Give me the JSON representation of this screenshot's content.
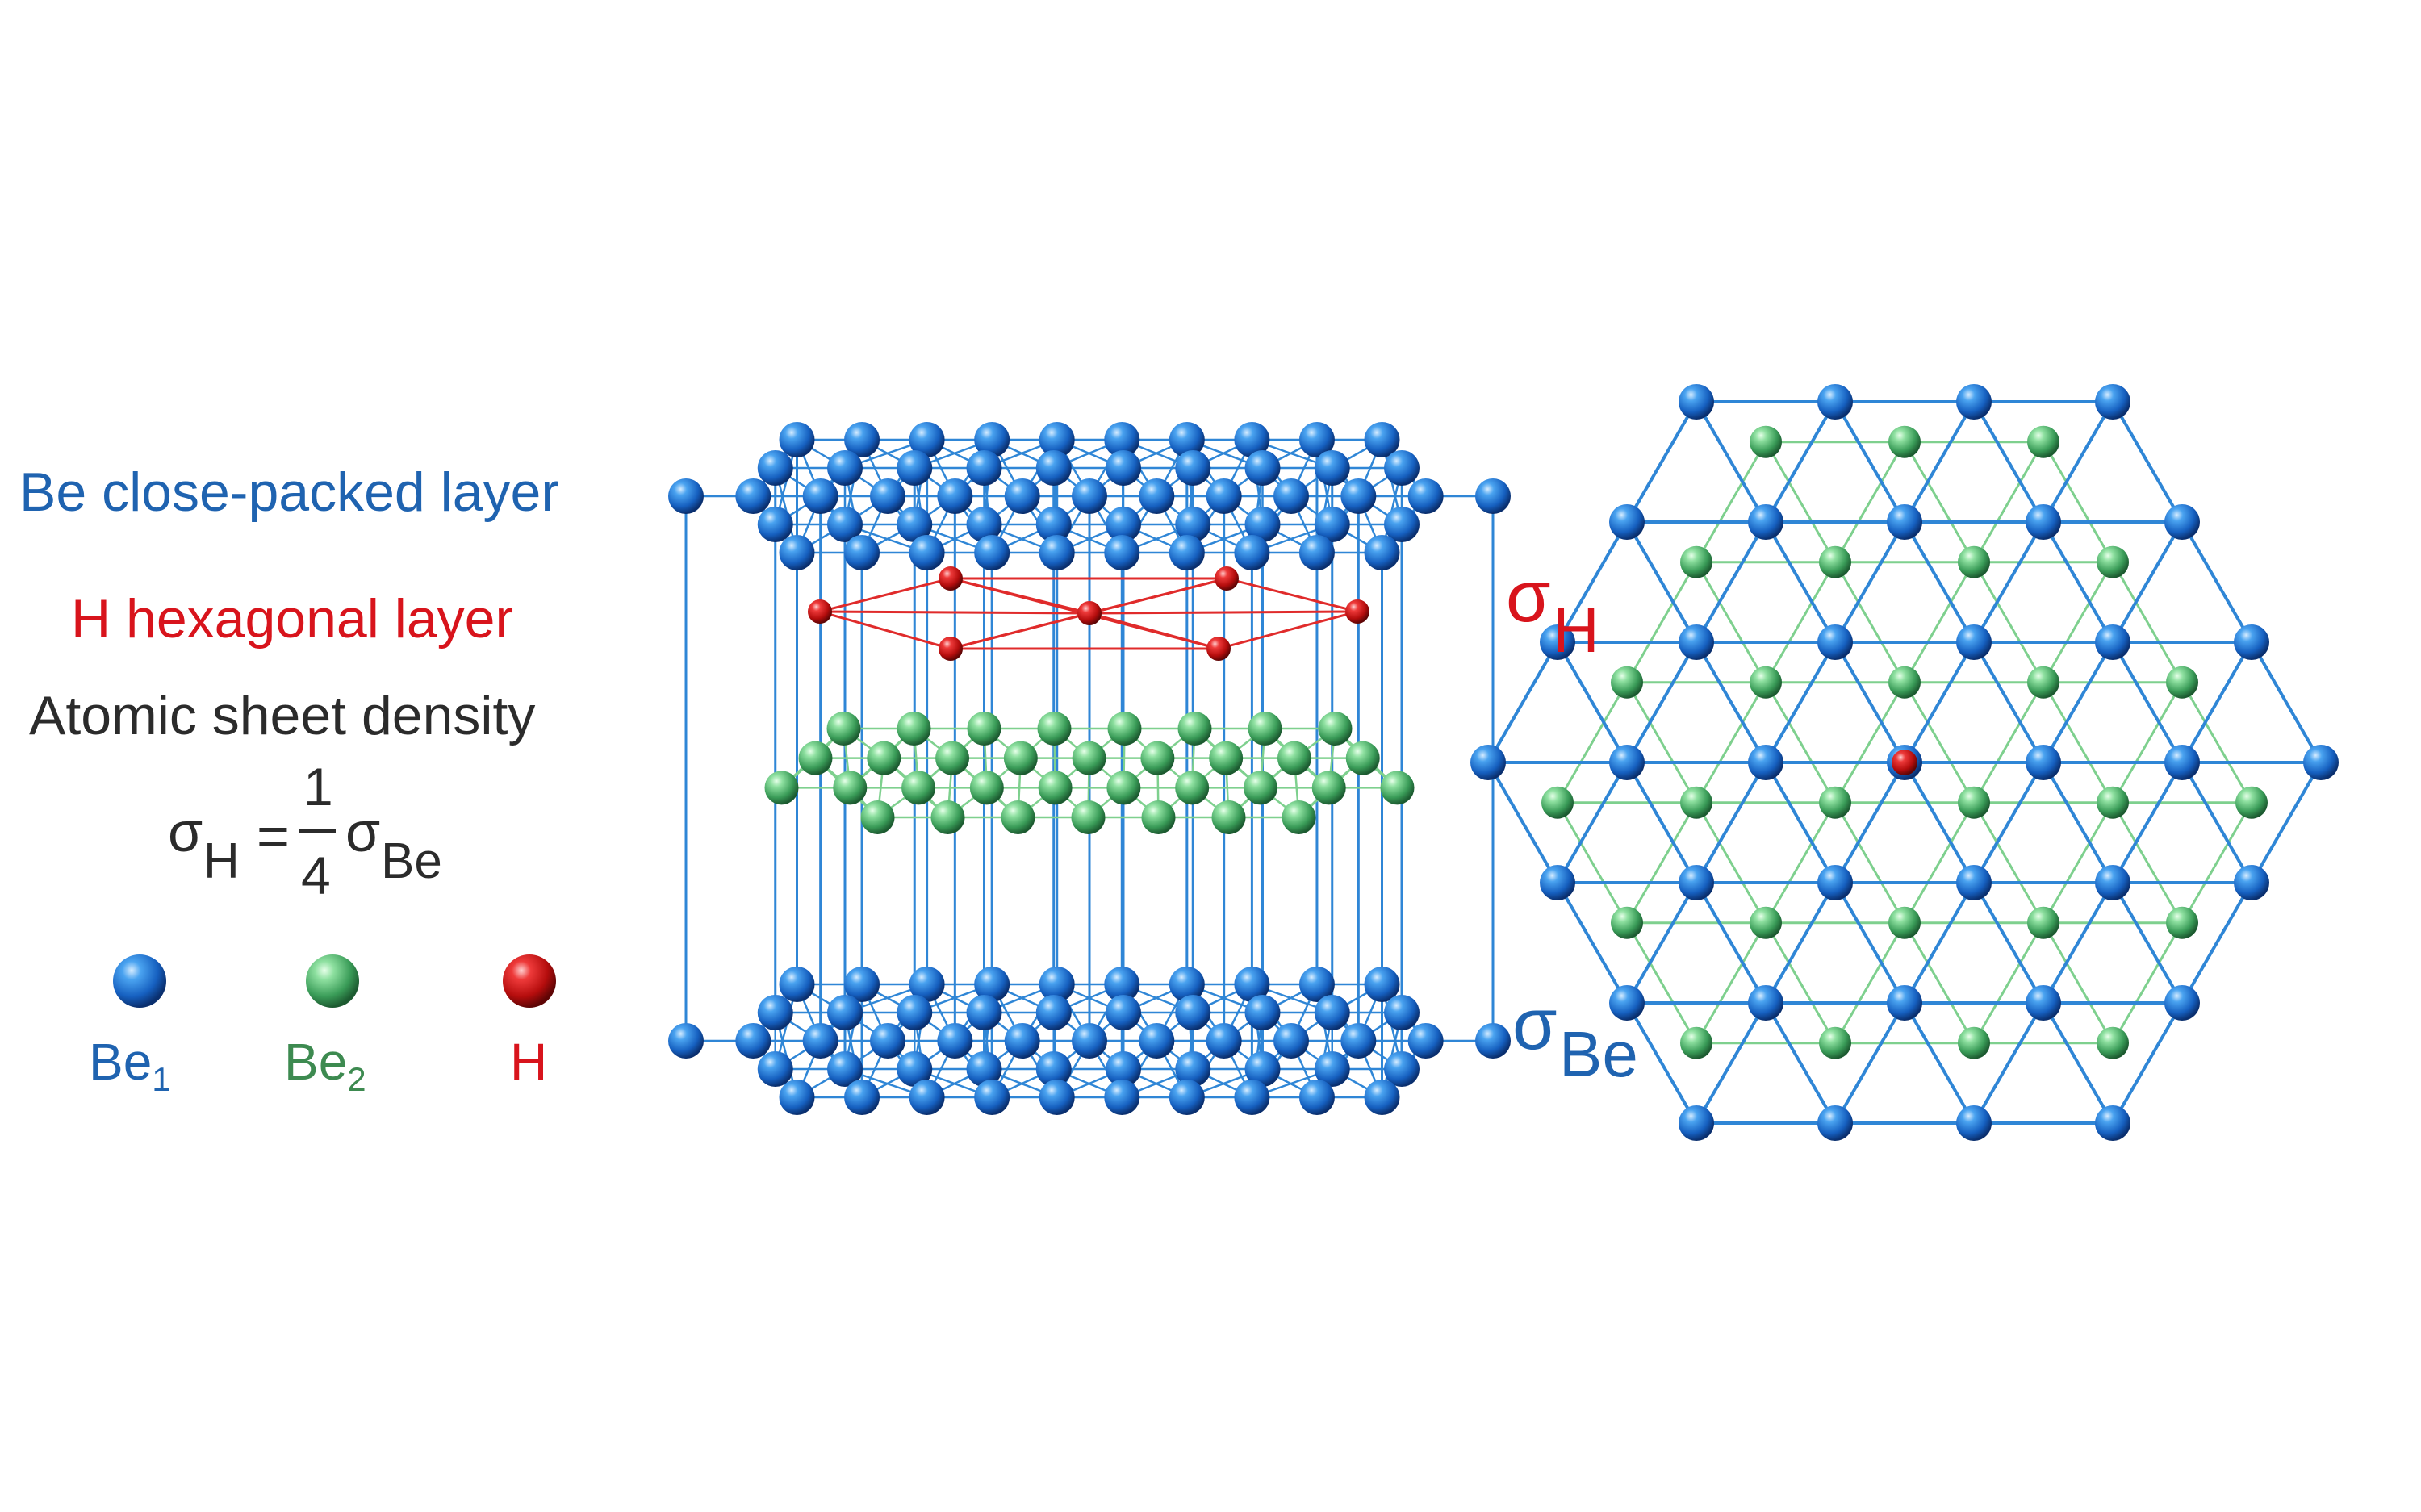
{
  "labels": {
    "be_layer": "Be close-packed layer",
    "h_layer": "H hexagonal layer",
    "density_title": "Atomic sheet density",
    "formula": {
      "lhs_sigma": "σ",
      "lhs_sub": "H",
      "equals": "=",
      "numerator": "1",
      "denominator": "4",
      "rhs_sigma": "σ",
      "rhs_sub": "Be"
    },
    "sigma_h": {
      "sigma": "σ",
      "sub": "H"
    },
    "sigma_be": {
      "sigma": "σ",
      "sub": "Be"
    }
  },
  "legend": [
    {
      "name": "Be",
      "sub": "1",
      "color": "#1f5fa8",
      "atom": "be1"
    },
    {
      "name": "Be",
      "sub": "2",
      "color": "#3d8a50",
      "atom": "be2"
    },
    {
      "name": "H",
      "sub": "",
      "color": "#d42020",
      "atom": "h"
    }
  ],
  "colors": {
    "be1_line": "#2f86d6",
    "be2_line": "#7ed08e",
    "h_line": "#e02b2b",
    "blue_text": "#1f63b0",
    "red_text": "#d8141c",
    "dark_text": "#2b2b2b"
  }
}
